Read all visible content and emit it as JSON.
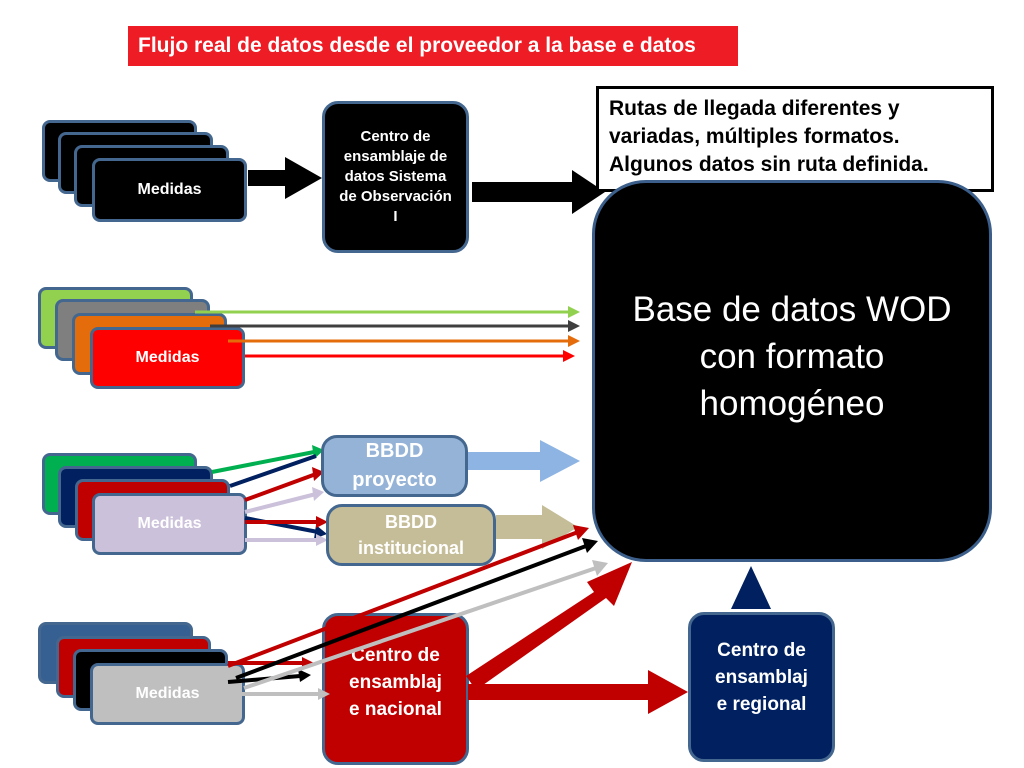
{
  "title": "Flujo real de datos desde el proveedor a la base e datos",
  "routes_note": {
    "lines": [
      "Rutas de llegada diferentes y",
      "variadas, múltiples formatos.",
      "Algunos datos sin ruta definida."
    ]
  },
  "wod_database": {
    "lines": [
      "Base de datos WOD",
      "con formato",
      "homogéneo"
    ]
  },
  "observation_center": {
    "lines": [
      "Centro de",
      "ensamblaje de",
      "datos  Sistema",
      "de Observación",
      "I"
    ]
  },
  "project_db": {
    "lines": [
      "BBDD",
      "proyecto"
    ]
  },
  "institutional_db": {
    "lines": [
      "BBDD",
      "institucional"
    ]
  },
  "national_center": {
    "lines": [
      "Centro de",
      "ensamblaj",
      "e nacional"
    ]
  },
  "regional_center": {
    "lines": [
      "Centro de",
      "ensamblaj",
      "e regional"
    ]
  },
  "measure_groups": [
    {
      "label": "Medidas",
      "colors": [
        "#000000",
        "#000000",
        "#000000",
        "#000000"
      ]
    },
    {
      "label": "Medidas",
      "colors": [
        "#92d050",
        "#7f7f7f",
        "#e46c0a",
        "#ff0000"
      ]
    },
    {
      "label": "Medidas",
      "colors": [
        "#00b050",
        "#002060",
        "#c00000",
        "#ccc1da"
      ]
    },
    {
      "label": "Medidas",
      "colors": [
        "#376092",
        "#c00000",
        "#000000",
        "#bfbfbf"
      ]
    }
  ],
  "colors": {
    "banner": "#ee1c24",
    "observation_center": "#000000",
    "project_db": "#95b3d7",
    "institutional_db": "#c4bd97",
    "national_center": "#c00000",
    "regional_center": "#002060",
    "box_border": "#44678f"
  }
}
